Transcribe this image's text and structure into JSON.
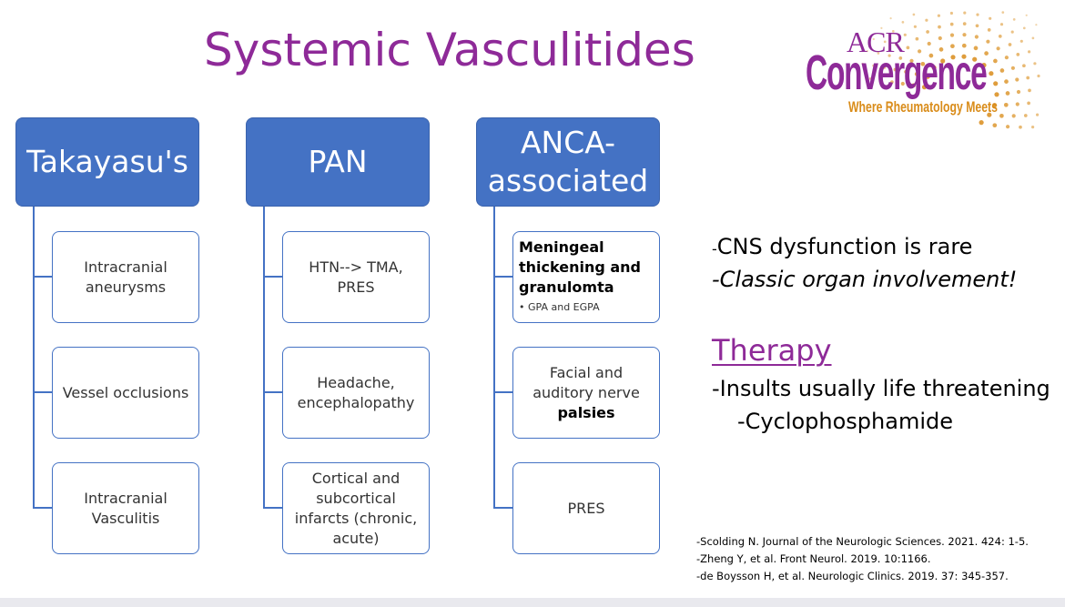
{
  "slide": {
    "title": "Systemic Vasculitides"
  },
  "logo": {
    "acr": "ACR",
    "name": "Convergence",
    "tagline": "Where Rheumatology Meets",
    "colors": {
      "purple": "#8e2a98",
      "orange": "#d98c1a"
    }
  },
  "columns": [
    {
      "header": "Takayasu's",
      "items": [
        {
          "text": "Intracranial aneurysms"
        },
        {
          "text": "Vessel occlusions"
        },
        {
          "text": "Intracranial Vasculitis"
        }
      ]
    },
    {
      "header": "PAN",
      "items": [
        {
          "text": "HTN--> TMA, PRES"
        },
        {
          "text": "Headache, encephalopathy"
        },
        {
          "text": "Cortical and subcortical infarcts (chronic, acute)"
        }
      ]
    },
    {
      "header": "ANCA-associated",
      "items": [
        {
          "text": "Meningeal thickening and granulomta",
          "sub": "GPA and EGPA"
        },
        {
          "text_line1": "Facial and",
          "text_line2": "auditory nerve",
          "text_bold": "palsies"
        },
        {
          "text": "PRES"
        }
      ]
    }
  ],
  "notes": {
    "dash": "-",
    "line1": "CNS dysfunction is rare",
    "line2": "-Classic organ involvement!",
    "therapy_heading": "Therapy",
    "therapy_line1": "-Insults usually life threatening",
    "therapy_line2": "-Cyclophosphamide"
  },
  "references": [
    "-Scolding N. Journal of the Neurologic Sciences. 2021. 424: 1-5.",
    "-Zheng Y, et al. Front Neurol. 2019. 10:1166.",
    "-de Boysson H, et al. Neurologic Clinics. 2019. 37: 345-357."
  ],
  "colors": {
    "accent": "#4472c4",
    "title": "#8e2a98"
  }
}
